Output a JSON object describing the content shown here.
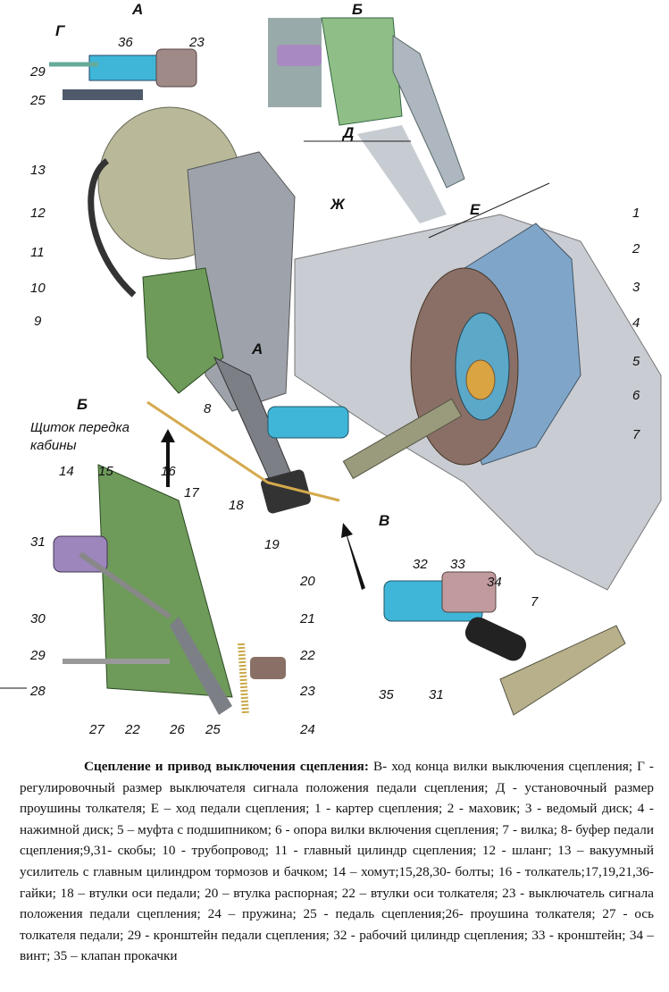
{
  "figure": {
    "labels": [
      "А",
      "Б",
      "Г",
      "36",
      "23",
      "29",
      "25",
      "Д",
      "13",
      "12",
      "Ж",
      "Е",
      "1",
      "2",
      "3",
      "4",
      "5",
      "6",
      "7",
      "11",
      "10",
      "9",
      "А",
      "Б",
      "8",
      "Щиток передка",
      "кабины",
      "14",
      "15",
      "16",
      "17",
      "18",
      "19",
      "20",
      "21",
      "22",
      "23",
      "24",
      "25",
      "26",
      "22",
      "27",
      "28",
      "29",
      "30",
      "31",
      "В",
      "32",
      "33",
      "34",
      "7",
      "35",
      "31"
    ]
  },
  "caption": {
    "title": "Сцепление  и привод выключения сцепления:",
    "body": " В- ход конца вилки выключения сцепления; Г - регулировочный размер выключателя сигнала положения педали сцепления; Д - установочный размер проушины толкателя; Е – ход педали сцепления; 1 - картер сцепления; 2 - маховик; 3 - ведомый диск; 4 - нажимной диск; 5 – муфта с подшипником; 6 - опора вилки включения сцепления; 7 - вилка; 8- буфер педали сцепления;9,31- скобы; 10 - трубопровод; 11 - главный цилиндр сцепления; 12 - шланг; 13 – вакуумный усилитель с главным цилиндром тормозов и бачком; 14 – хомут;15,28,30- болты; 16 - толкатель;17,19,21,36- гайки; 18 – втулки оси педали; 20 – втулка распорная; 22 – втулки оси толкателя; 23 - выключатель сигнала положения педали сцепления; 24 – пружина; 25 - педаль сцепления;26- проушина толкателя; 27 - ось толкателя педали; 29 - кронштейн педали сцепления; 32 - рабочий цилиндр сцепления; 33 - кронштейн; 34 –винт; 35 – клапан прокачки"
  }
}
